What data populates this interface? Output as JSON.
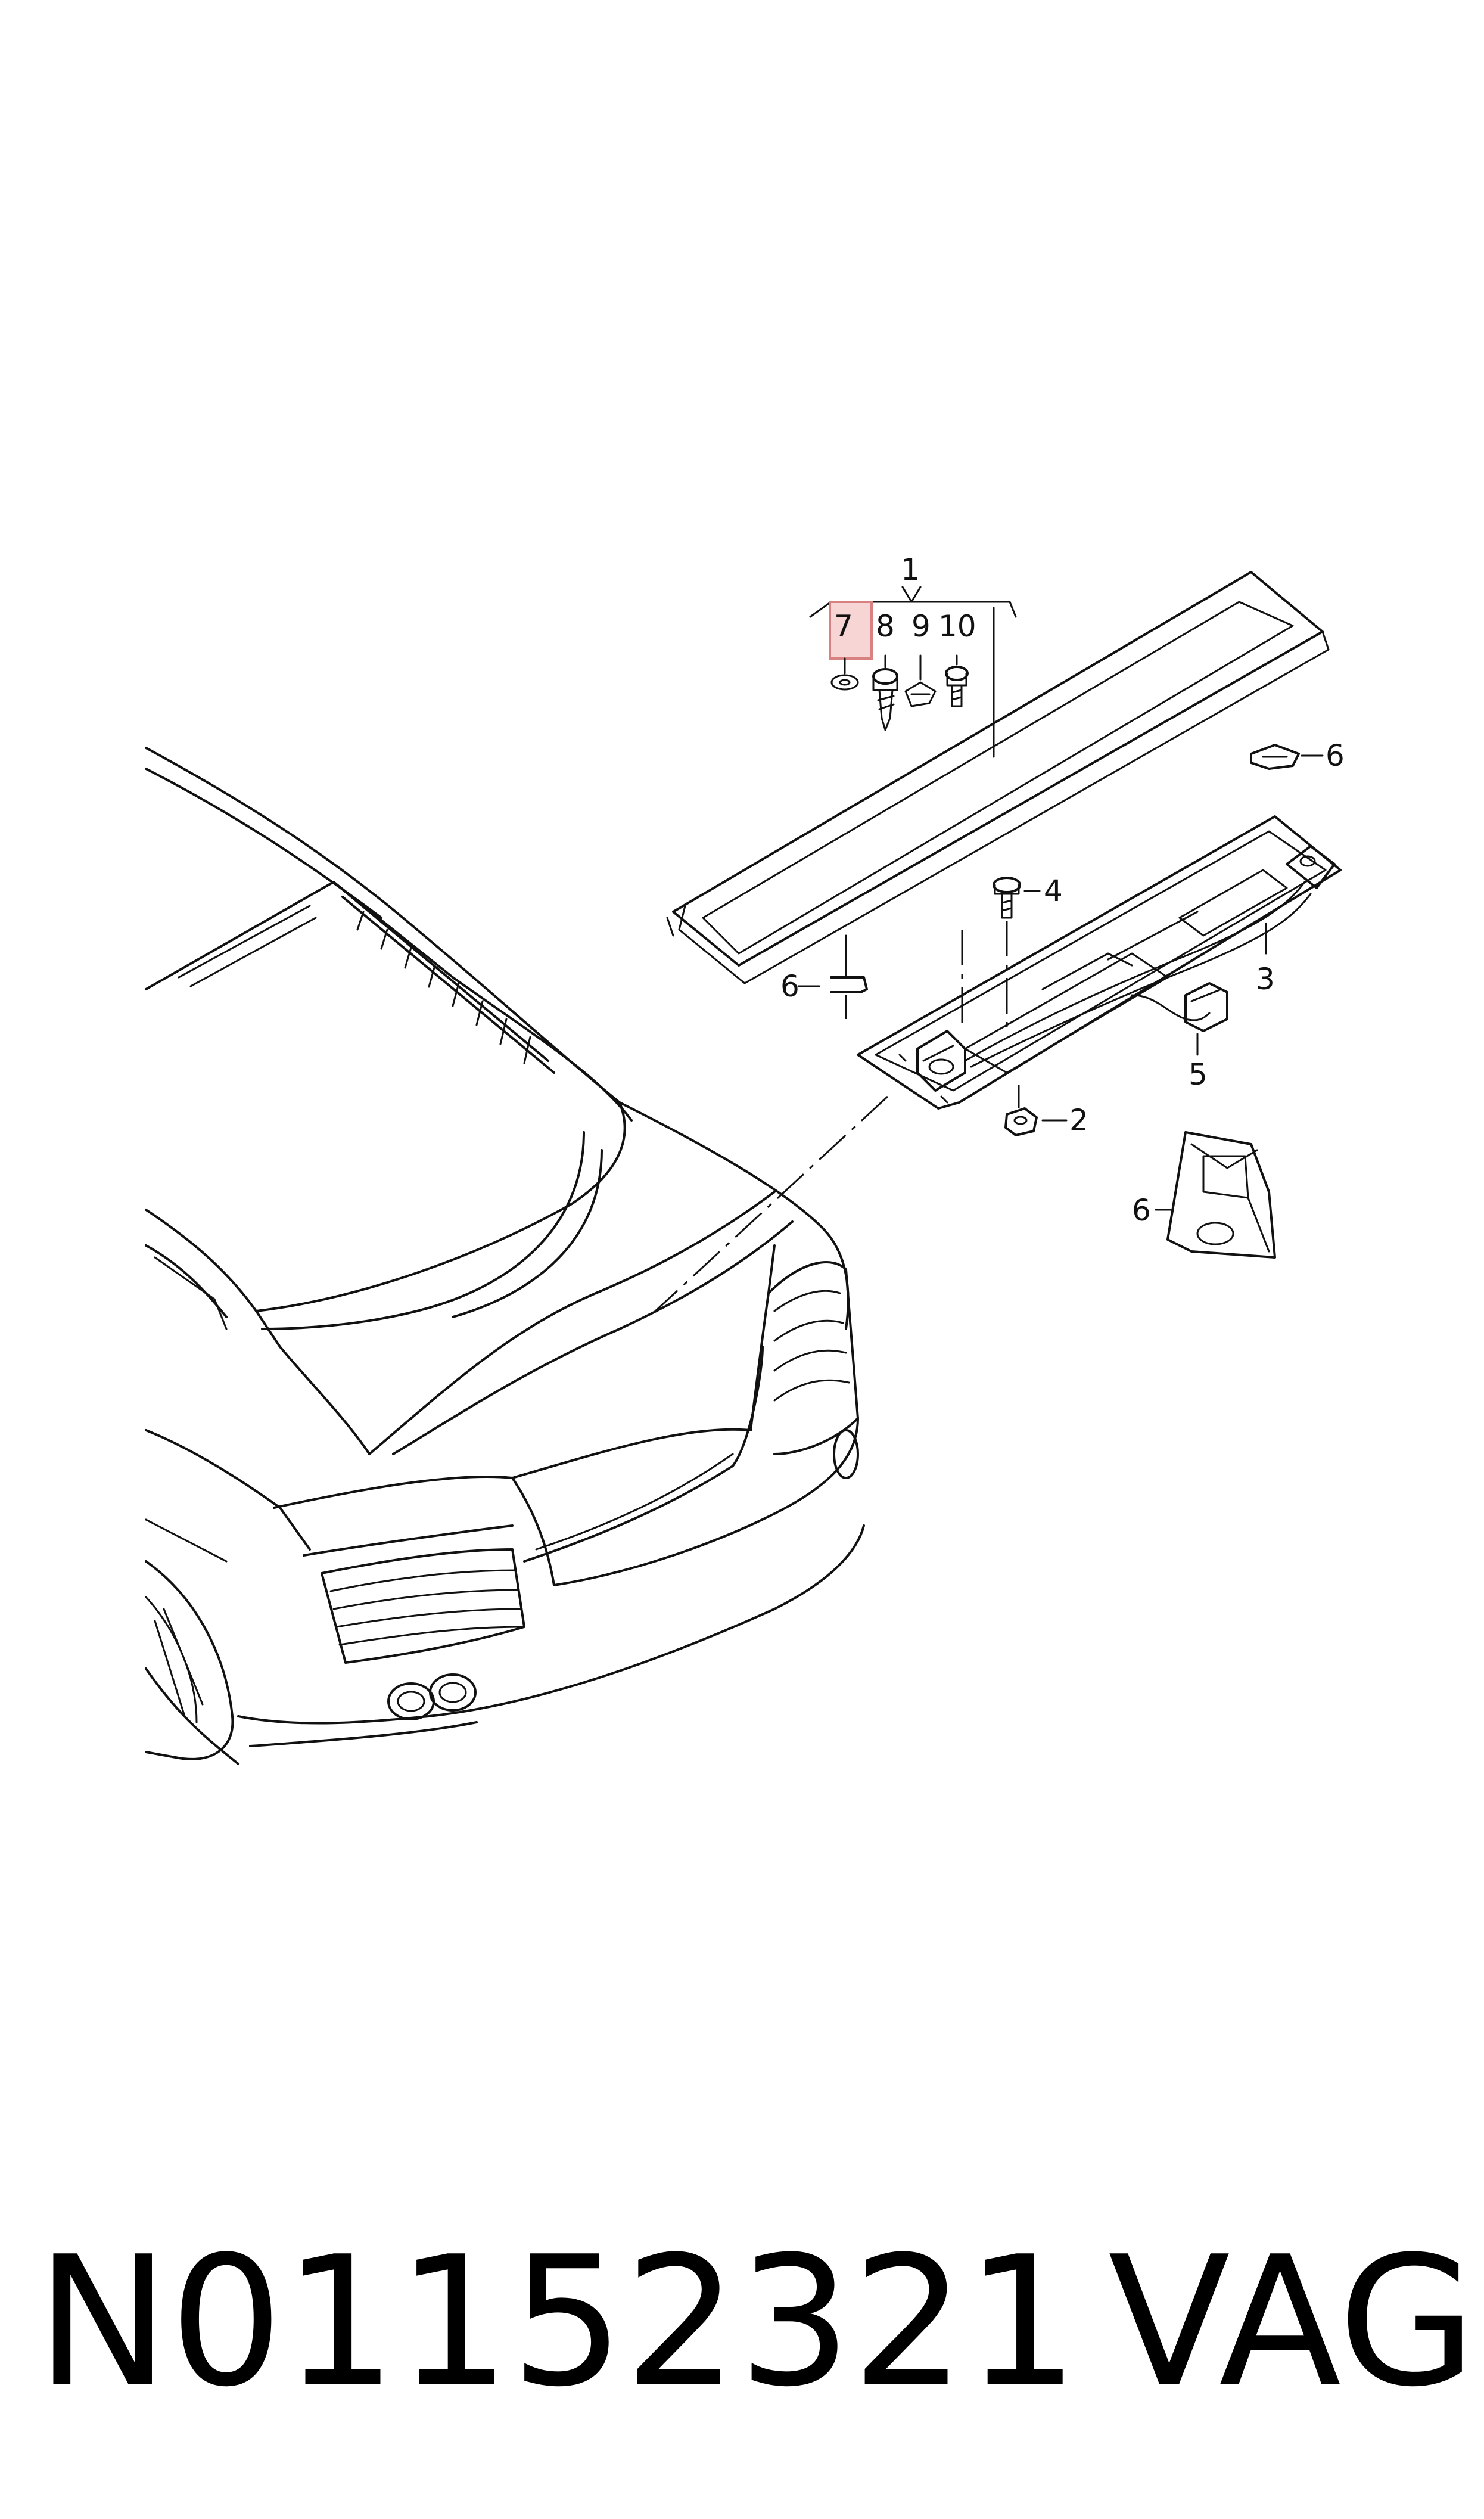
{
  "diagram": {
    "part_labels": [
      "1",
      "2",
      "3",
      "4",
      "5",
      "6",
      "7",
      "8",
      "9",
      "10"
    ],
    "highlighted_part": "7"
  },
  "footer": {
    "part_number": "N01152321",
    "brand": "VAG"
  },
  "colors": {
    "line": "#111111",
    "highlight_fill": "#f7d5d5",
    "highlight_border": "#d98080",
    "background": "#ffffff"
  }
}
